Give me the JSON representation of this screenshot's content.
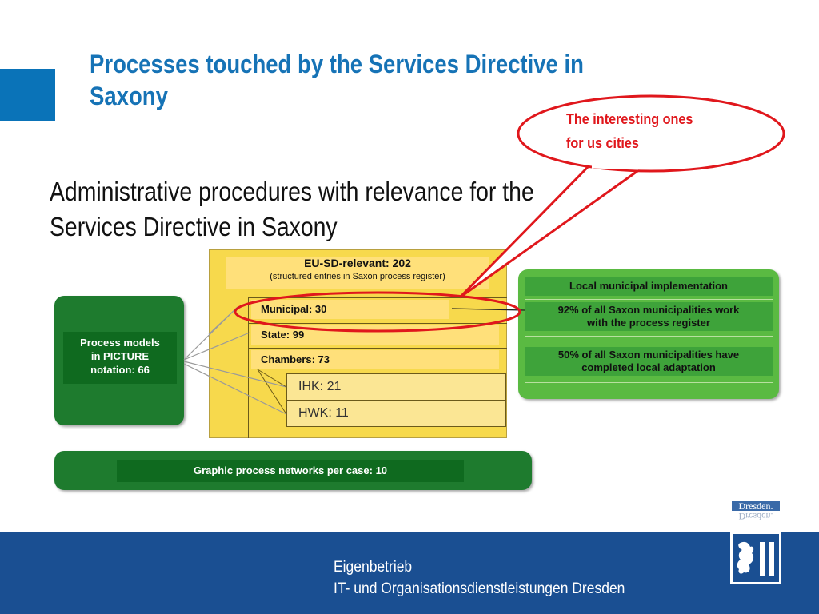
{
  "title": "Processes touched by the Services Directive in Saxony",
  "subtitle_line1": "Administrative procedures with relevance for the",
  "subtitle_line2": "Services Directive  in Saxony",
  "callout": {
    "line1": "The interesting ones",
    "line2": "for us cities"
  },
  "yellow": {
    "head_bold": "EU-SD-relevant: 202",
    "head_note": "(structured entries in Saxon process register)",
    "municipal": "Municipal:  30",
    "state": "State:  99",
    "chambers": "Chambers:  73",
    "ihk": "IHK: 21",
    "hwk": "HWK: 11"
  },
  "left_box": {
    "line1": "Process models",
    "line2": "in PICTURE",
    "line3": "notation: 66"
  },
  "right": {
    "header": "Local municipal implementation",
    "item1_l1": "92% of all Saxon municipalities work",
    "item1_l2": "with the process register",
    "item2_l1": "50% of all Saxon municipalities have",
    "item2_l2": "completed local adaptation"
  },
  "bottom_box": "Graphic process networks per case: 10",
  "footer": {
    "line1": "Eigenbetrieb",
    "line2": "IT- und Organisationsdienstleistungen Dresden"
  },
  "logo": {
    "text": "Dresden."
  },
  "colors": {
    "title_blue": "#1673b6",
    "accent_red": "#e0171c",
    "dark_green": "#1e7b2e",
    "light_green": "#5aba42",
    "yellow": "#f7d94c",
    "footer_blue": "#1a4f92"
  }
}
